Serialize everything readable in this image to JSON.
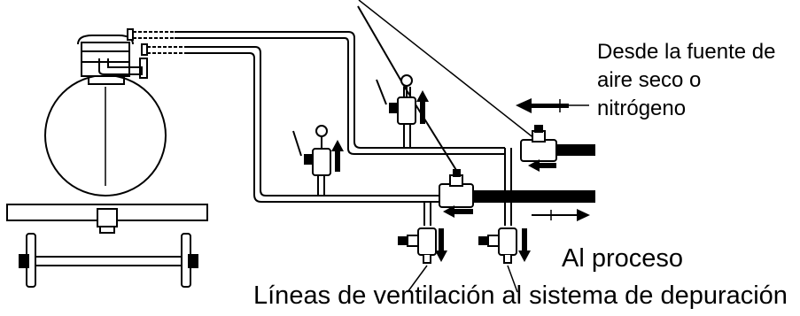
{
  "labels": {
    "source_line1": "Desde la fuente de",
    "source_line2": "aire seco o",
    "source_line3": "nitrógeno",
    "process": "Al proceso",
    "vent_lines": "Líneas de ventilación al sistema de depuración"
  },
  "colors": {
    "ink": "#000000",
    "background": "#ffffff"
  }
}
